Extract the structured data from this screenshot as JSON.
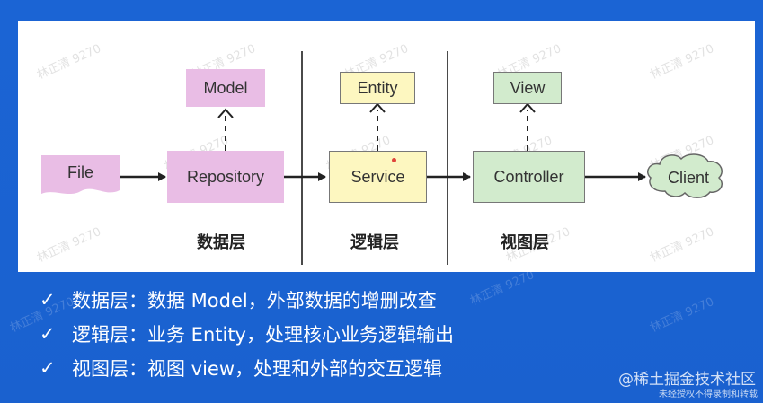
{
  "diagram": {
    "nodes": {
      "file": "File",
      "repository": "Repository",
      "model": "Model",
      "service": "Service",
      "entity": "Entity",
      "controller": "Controller",
      "view": "View",
      "client": "Client"
    },
    "layers": {
      "data": "数据层",
      "logic": "逻辑层",
      "view": "视图层"
    },
    "colors": {
      "data_layer_fill": "#e9bde5",
      "logic_layer_fill": "#fdf7c0",
      "view_layer_fill": "#d2ebcd",
      "slide_background": "#1a62d2"
    }
  },
  "bullets": [
    {
      "icon": "checkmark-icon",
      "text": "数据层：数据 Model，外部数据的增删改查"
    },
    {
      "icon": "checkmark-icon",
      "text": "逻辑层：业务 Entity，处理核心业务逻辑输出"
    },
    {
      "icon": "checkmark-icon",
      "text": "视图层：视图 view，处理和外部的交互逻辑"
    }
  ],
  "check_glyph": "✓",
  "watermark_text": "林正清 9270",
  "brand_text": "@稀土掘金技术社区",
  "copyright_text": "未经授权不得录制和转载"
}
